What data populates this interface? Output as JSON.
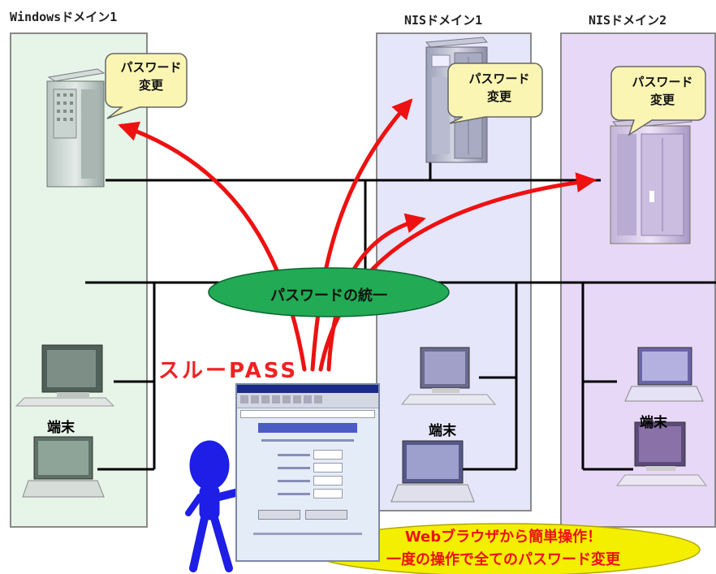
{
  "domains": [
    {
      "title": "Windowsドメイン1",
      "color": "#e6f5e8"
    },
    {
      "title": "NISドメイン1",
      "color": "#e6e6fa"
    },
    {
      "title": "NISドメイン2",
      "color": "#e8d8f7"
    }
  ],
  "callouts": [
    {
      "line1": "パスワード",
      "line2": "変更"
    },
    {
      "line1": "パスワード",
      "line2": "変更"
    },
    {
      "line1": "パスワード",
      "line2": "変更"
    }
  ],
  "center_label": "パスワードの統一",
  "product_name": "スルーPASS",
  "terminal_label": "端末",
  "bottom_banner": {
    "line1": "Webブラウザから簡単操作！",
    "line2": "一度の操作で全てのパスワード変更"
  },
  "colors": {
    "arrow": "#ee1111",
    "ellipse": "#22aa55",
    "banner": "#f4ee00",
    "product": "#ee2222"
  }
}
